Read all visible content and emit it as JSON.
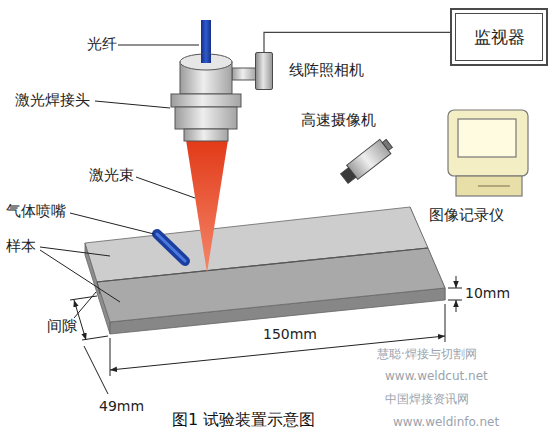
{
  "diagram": {
    "caption": "图1 试验装置示意图",
    "nodes": [
      {
        "text": [
          "线阵照相机"
        ]
      },
      {
        "text": [
          "监视器"
        ]
      }
    ],
    "edges": [
      {
        "from": 0,
        "to": 1,
        "arrow": "none"
      }
    ],
    "labels": [
      "光纤",
      "激光焊接头",
      "激光束",
      "气体喷嘴",
      "样本",
      "间隙",
      "高速摄像机",
      "图像记录仪",
      "10mm",
      "150mm",
      "49mm",
      "慧聪·焊接与切割网",
      "www.weldcut.net",
      "中国焊接资讯网",
      "www.weldinfo.net"
    ]
  }
}
